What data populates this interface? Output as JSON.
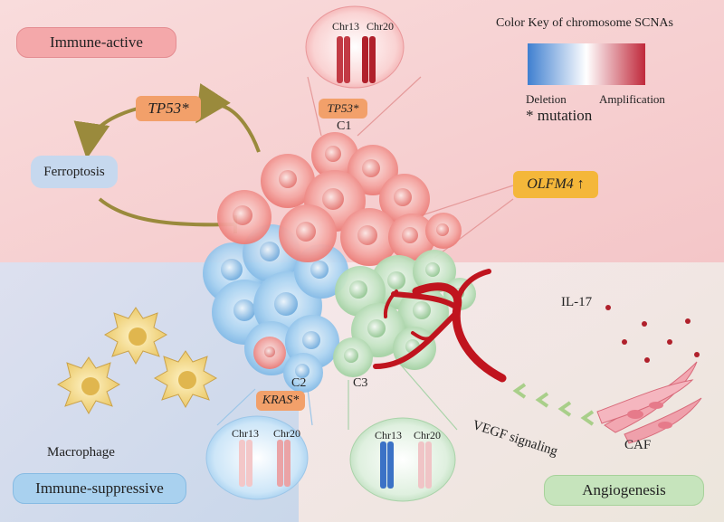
{
  "regions": {
    "immune_active": "Immune-active",
    "immune_suppressive": "Immune-suppressive",
    "angiogenesis": "Angiogenesis"
  },
  "color_key": {
    "title": "Color Key of chromosome SCNAs",
    "deletion": "Deletion",
    "amplification": "Amplification",
    "mutation_note": "* mutation",
    "colors": {
      "deletion": "#3f7fd0",
      "neutral": "#ffffff",
      "amplification": "#c0283a"
    }
  },
  "cycle": {
    "gene": "TP53*",
    "process": "Ferroptosis"
  },
  "clusters": {
    "c1": {
      "label": "C1",
      "gene": "TP53*",
      "chr_a": "Chr13",
      "chr_b": "Chr20"
    },
    "c2": {
      "label": "C2",
      "gene": "KRAS*",
      "chr_a": "Chr13",
      "chr_b": "Chr20"
    },
    "c3": {
      "label": "C3",
      "chr_a": "Chr13",
      "chr_b": "Chr20"
    }
  },
  "olfm4": {
    "gene": "OLFM4",
    "arrow": "↑"
  },
  "macrophage": "Macrophage",
  "il17": "IL-17",
  "vegf": "VEGF signaling",
  "caf": "CAF",
  "palette": {
    "region_active": "#f7d2d2",
    "region_suppressive": "#d6dcec",
    "region_angiogenesis": "#f3e2e6",
    "c1_cell": "#f08e8a",
    "c2_cell": "#8cc4ee",
    "c3_cell": "#b5dcb5",
    "vessel": "#c0141e",
    "gene_tag": "#f2a06a",
    "olfm4_tag": "#f4b73a",
    "arrow_olive": "#9a8a3c"
  }
}
